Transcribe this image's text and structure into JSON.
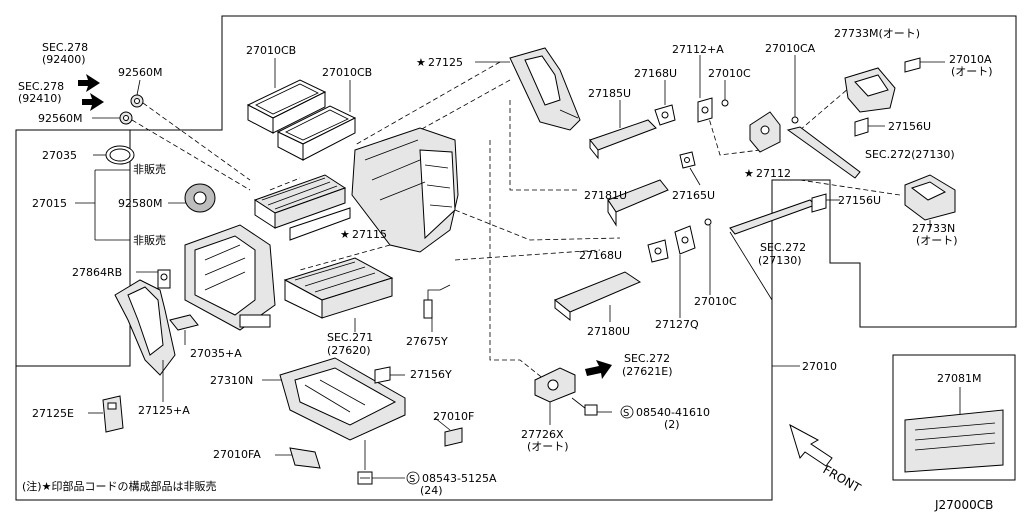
{
  "diagram_id": "J27000CB",
  "labels": {
    "sec278_a": "SEC.278",
    "sec278_a_sub": "(92400)",
    "sec278_b": "SEC.278",
    "sec278_b_sub": "(92410)",
    "p92560m_top": "92560M",
    "p92560m_bot": "92560M",
    "p27010cb_a": "27010CB",
    "p27010cb_b": "27010CB",
    "p27125": "27125",
    "p27112a": "27112+A",
    "p27168u_top": "27168U",
    "p27010c_top": "27010C",
    "p27010ca": "27010CA",
    "p27733m": "27733M(オート)",
    "p27010a": "27010A",
    "p27010a_sub": "(オート)",
    "p27185u": "27185U",
    "p27156u_top": "27156U",
    "p27035": "27035",
    "hihanbai_1": "非販売",
    "sec272_a": "SEC.272(27130)",
    "p27112": "27112",
    "p27015": "27015",
    "p92580m": "92580M",
    "p27181u": "27181U",
    "p27165u": "27165U",
    "p27156u_mid": "27156U",
    "p27115": "27115",
    "hihanbai_2": "非販売",
    "p27733n": "27733N",
    "p27733n_sub": "(オート)",
    "sec272_b": "SEC.272",
    "sec272_b_sub": "(27130)",
    "p27864rb": "27864RB",
    "p27168u_mid": "27168U",
    "p27010c_mid": "27010C",
    "sec271": "SEC.271",
    "sec271_sub": "(27620)",
    "p27180u": "27180U",
    "p27127q": "27127Q",
    "p27035a": "27035+A",
    "p27675y": "27675Y",
    "sec272_c": "SEC.272",
    "sec272_c_sub": "(27621E)",
    "p27310n": "27310N",
    "p27156y": "27156Y",
    "p27010": "27010",
    "p27081m": "27081M",
    "p27125e": "27125E",
    "p27125a": "27125+A",
    "p27010f": "27010F",
    "p08540": "08540-41610",
    "p08540_sub": "(2)",
    "p27726x": "27726X",
    "p27726x_sub": "(オート)",
    "p27010fa": "27010FA",
    "front": "FRONT",
    "p08543": "08543-5125A",
    "p08543_sub": "(24)",
    "note": "(注)★印部品コードの構成部品は非販売",
    "screw_s": "S",
    "star": "★"
  }
}
